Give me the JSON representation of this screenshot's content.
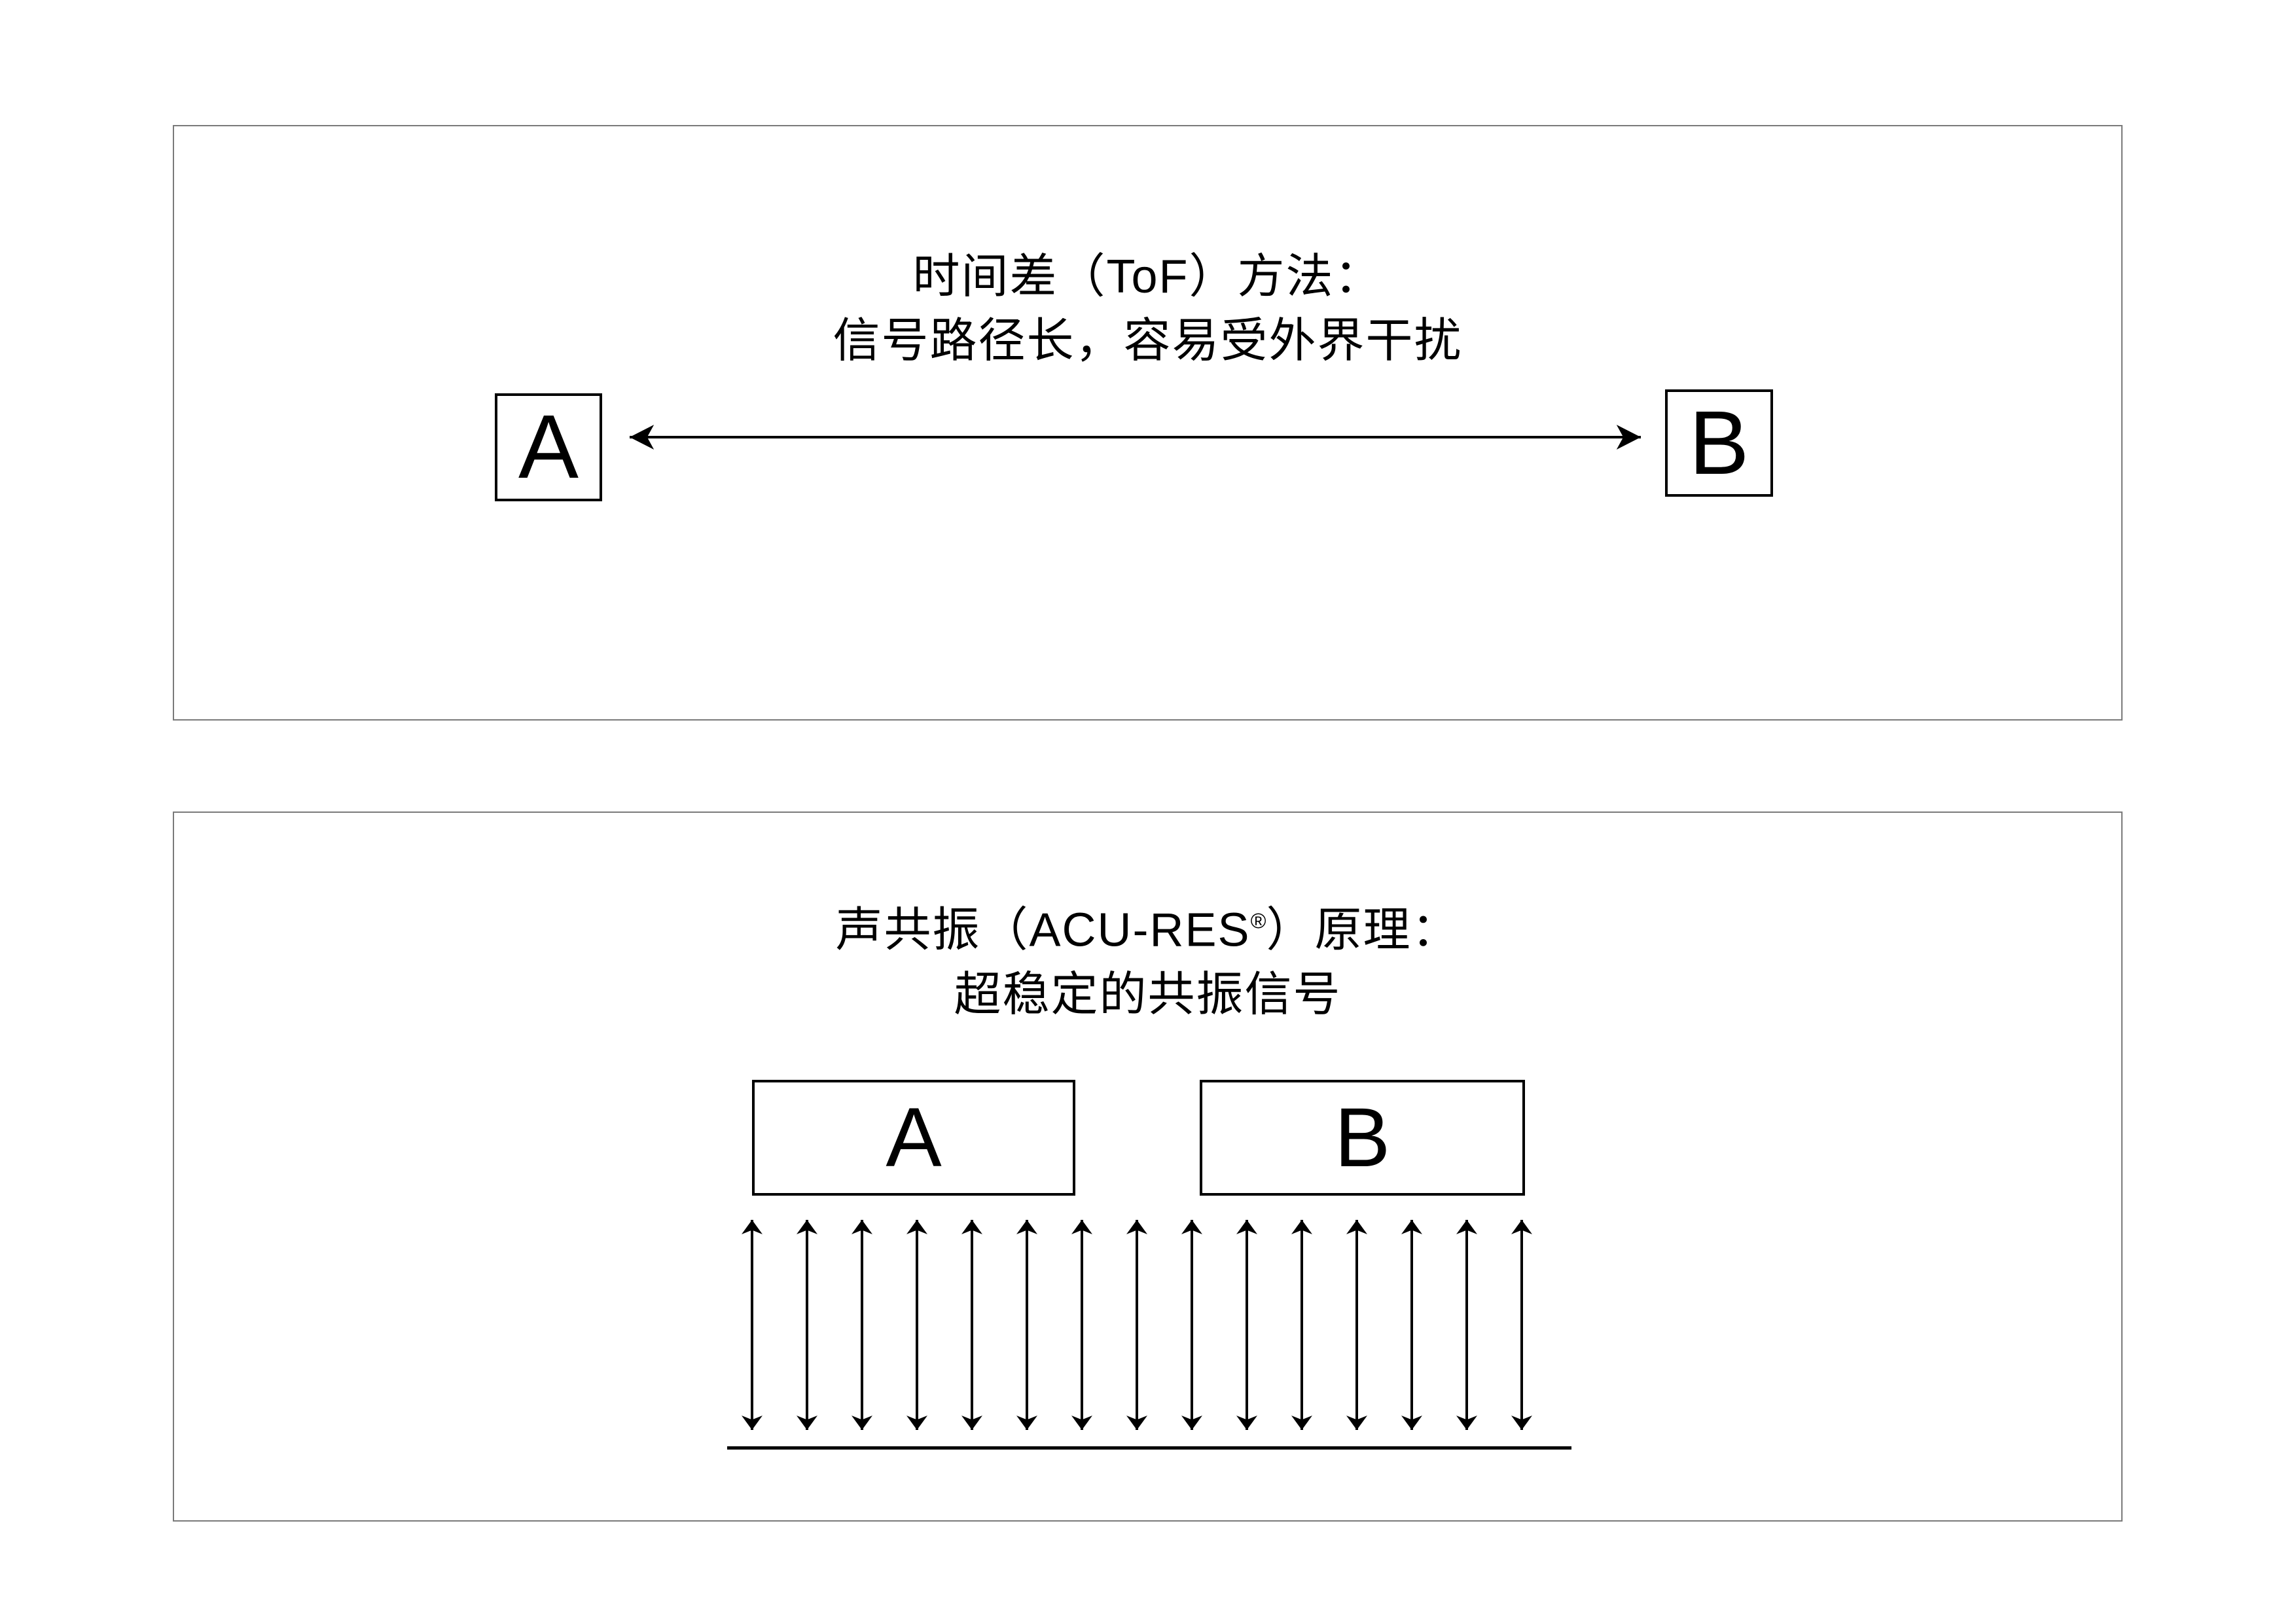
{
  "colors": {
    "ink": "#000000",
    "panel_border": "#7a7a7a",
    "background": "#ffffff"
  },
  "panel_tof": {
    "title_line1": "时间差（ToF）方法：",
    "title_line2": "信号路径长，容易受外界干扰",
    "node_a_label": "A",
    "node_b_label": "B"
  },
  "panel_acures": {
    "title_line1_pre": "声共振（ACU-RES",
    "trademark_symbol": "®",
    "title_line1_post": "）原理：",
    "title_line2": "超稳定的共振信号",
    "node_a_label": "A",
    "node_b_label": "B",
    "resonance_arrow_count": 15
  }
}
